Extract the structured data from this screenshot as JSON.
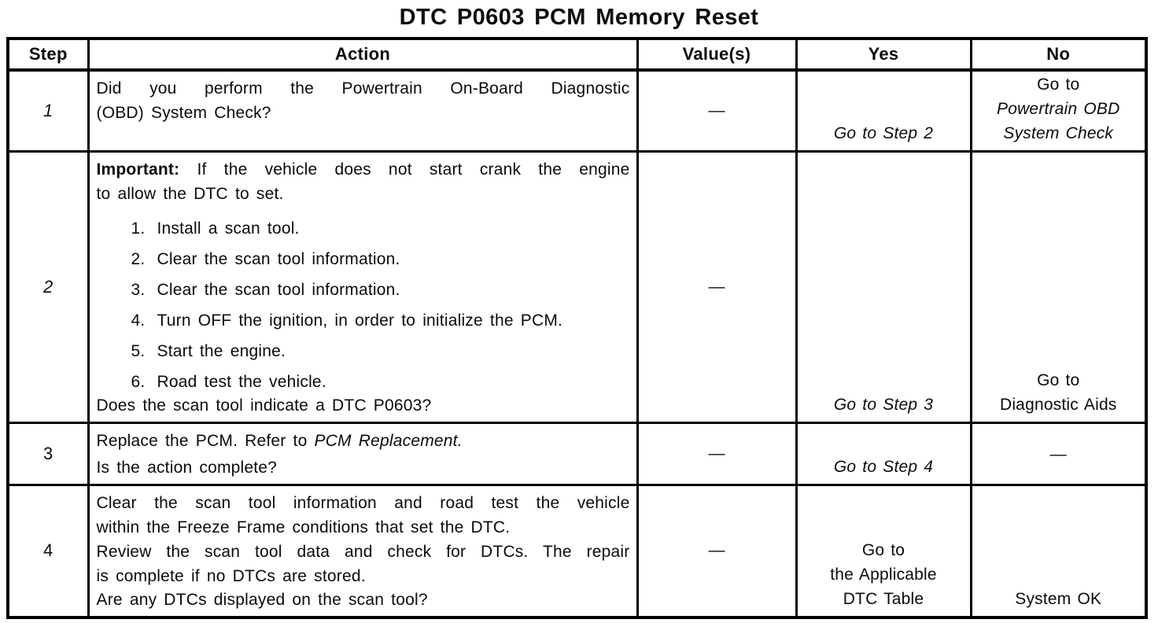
{
  "title": "DTC P0603 PCM Memory Reset",
  "table": {
    "headers": [
      "Step",
      "Action",
      "Value(s)",
      "Yes",
      "No"
    ],
    "rows": [
      {
        "step": "1",
        "step_italic": true,
        "action": {
          "paragraphs": [
            {
              "lines": [
                {
                  "segs": [
                    {
                      "t": "Did you perform the Powertrain On-Board Diagnostic"
                    }
                  ],
                  "fill": true
                },
                {
                  "segs": [
                    {
                      "t": "(OBD) System Check?"
                    }
                  ]
                }
              ]
            }
          ]
        },
        "value": "—",
        "yes": [
          {
            "t": "Go to Step 2",
            "i": true
          }
        ],
        "no": [
          {
            "t": "Go to"
          },
          {
            "t": "Powertrain OBD",
            "i": true
          },
          {
            "t": "System Check",
            "i": true
          }
        ]
      },
      {
        "step": "2",
        "step_italic": true,
        "action": {
          "paragraphs": [
            {
              "lines": [
                {
                  "segs": [
                    {
                      "t": "Important:",
                      "b": true
                    },
                    {
                      "t": " If the vehicle does not start crank the engine"
                    }
                  ],
                  "fill": true
                },
                {
                  "segs": [
                    {
                      "t": "to allow the DTC to set."
                    }
                  ]
                }
              ]
            }
          ],
          "list": [
            "Install a scan tool.",
            "Clear the scan tool information.",
            "Clear the scan tool information.",
            "Turn OFF the ignition, in order to initialize the PCM.",
            "Start the engine.",
            "Road test the vehicle."
          ],
          "question": "Does the scan tool indicate a DTC P0603?"
        },
        "value": "—",
        "yes": [
          {
            "t": "Go to Step 3",
            "i": true
          }
        ],
        "no": [
          {
            "t": "Go to"
          },
          {
            "t": "Diagnostic Aids"
          }
        ]
      },
      {
        "step": "3",
        "step_italic": false,
        "action": {
          "paragraphs": [
            {
              "lines": [
                {
                  "segs": [
                    {
                      "t": "Replace the PCM. Refer to "
                    },
                    {
                      "t": "PCM Replacement.",
                      "i": true
                    }
                  ]
                }
              ]
            }
          ],
          "question": "Is the action complete?"
        },
        "value": "—",
        "yes": [
          {
            "t": "Go to Step 4",
            "i": true
          }
        ],
        "no": [
          {
            "t": "—"
          }
        ]
      },
      {
        "step": "4",
        "step_italic": false,
        "action": {
          "paragraphs": [
            {
              "lines": [
                {
                  "segs": [
                    {
                      "t": "Clear the scan tool information and road test the vehicle"
                    }
                  ],
                  "fill": true
                },
                {
                  "segs": [
                    {
                      "t": "within the Freeze Frame conditions that set the DTC."
                    }
                  ]
                },
                {
                  "segs": [
                    {
                      "t": "Review the scan tool data and check for DTCs. The repair"
                    }
                  ],
                  "fill": true
                },
                {
                  "segs": [
                    {
                      "t": "is complete if no DTCs are stored."
                    }
                  ]
                }
              ]
            }
          ],
          "question": "Are any DTCs displayed on the scan tool?"
        },
        "value": "—",
        "yes": [
          {
            "t": "Go to"
          },
          {
            "t": "the Applicable"
          },
          {
            "t": "DTC Table"
          }
        ],
        "no": [
          {
            "t": "System OK"
          }
        ]
      }
    ]
  }
}
